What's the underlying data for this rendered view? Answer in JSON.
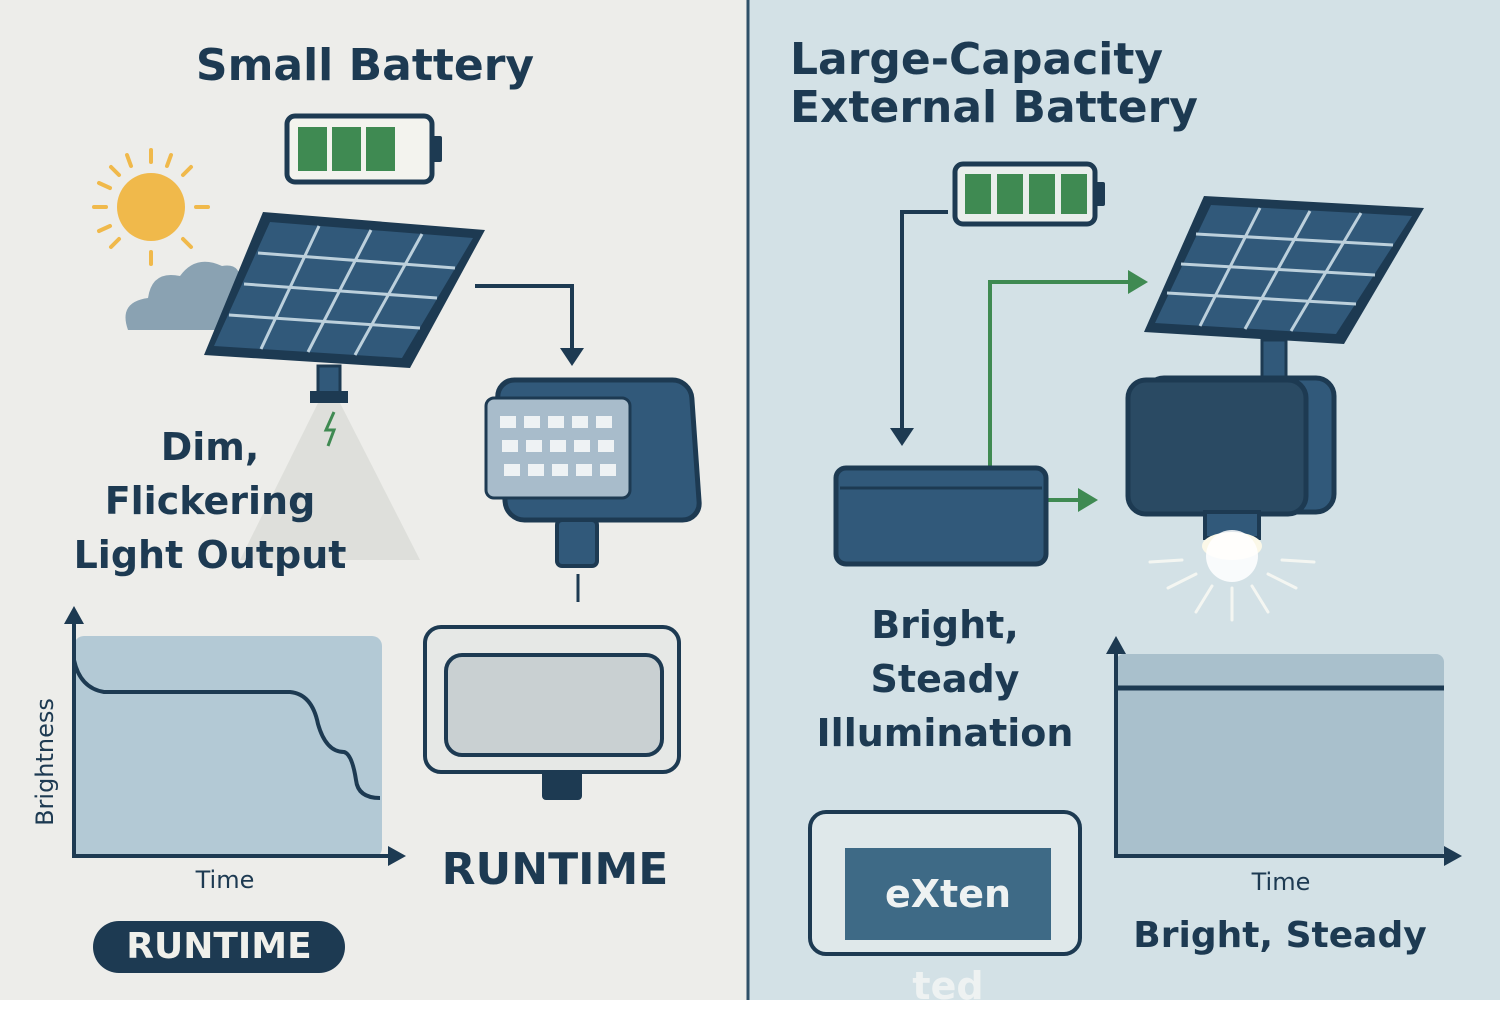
{
  "left_panel": {
    "title": "Small Battery",
    "caption": [
      "Dim,",
      "Flickering",
      "Light Output"
    ],
    "chart": {
      "ylabel": "Brightness",
      "xlabel": "Time"
    },
    "lamp_label": "RUNTIME",
    "runtime_badge": "RUNTIME"
  },
  "right_panel": {
    "title": [
      "Large-Capacity",
      "External Battery"
    ],
    "caption": [
      "Bright,",
      "Steady",
      "Illumination"
    ],
    "chart": {
      "xlabel": "Time",
      "label": "Bright, Steady"
    },
    "extended_badge": "eXten ted"
  },
  "colors": {
    "left_bg": "#ededea",
    "right_bg": "#d3e1e6",
    "ink": "#1d3a52",
    "panel_blue": "#31597a",
    "battery_green": "#3f8a52",
    "arrow_green": "#3f8a52",
    "sun": "#f0b94b",
    "chart_fill": "#b3c9d5"
  }
}
